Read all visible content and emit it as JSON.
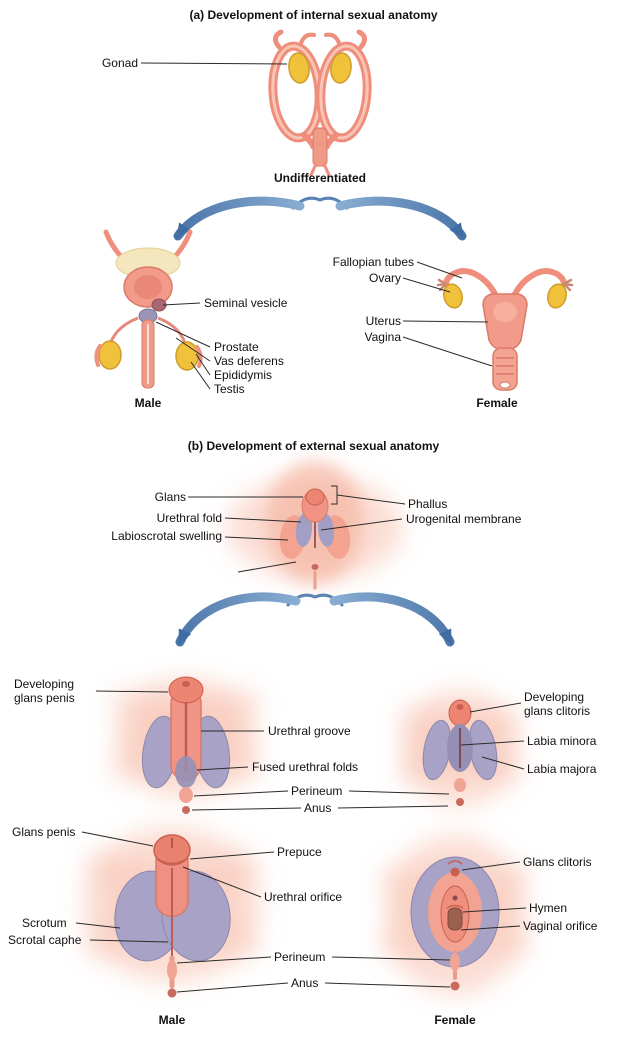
{
  "section_a": {
    "title": "(a) Development of internal sexual anatomy",
    "undifferentiated_caption": "Undifferentiated",
    "male_caption": "Male",
    "female_caption": "Female",
    "labels": {
      "gonad": "Gonad",
      "seminal_vesicle": "Seminal vesicle",
      "prostate": "Prostate",
      "vas_deferens": "Vas deferens",
      "epididymis": "Epididymis",
      "testis": "Testis",
      "fallopian_tubes": "Fallopian tubes",
      "ovary": "Ovary",
      "uterus": "Uterus",
      "vagina": "Vagina"
    }
  },
  "section_b": {
    "title": "(b) Development of external sexual anatomy",
    "male_caption": "Male",
    "female_caption": "Female",
    "undifferentiated_labels": {
      "glans": "Glans",
      "urethral_fold": "Urethral fold",
      "labioscrotal_swelling": "Labioscrotal swelling",
      "phallus": "Phallus",
      "urogenital_membrane": "Urogenital membrane"
    },
    "intermediate_labels": {
      "developing_glans_penis": "Developing glans penis",
      "urethral_groove": "Urethral groove",
      "fused_urethral_folds": "Fused urethral folds",
      "perineum": "Perineum",
      "anus": "Anus",
      "developing_glans_clitoris": "Developing glans clitoris",
      "labia_minora": "Labia minora",
      "labia_majora": "Labia majora"
    },
    "final_labels": {
      "glans_penis": "Glans penis",
      "prepuce": "Prepuce",
      "urethral_orifice": "Urethral orifice",
      "scrotum": "Scrotum",
      "scrotal_raphe": "Scrotal caphe",
      "perineum": "Perineum",
      "anus": "Anus",
      "glans_clitoris": "Glans clitoris",
      "hymen": "Hymen",
      "vaginal_orifice": "Vaginal orifice"
    }
  },
  "colors": {
    "skin_pink": "#f09a88",
    "skin_glow": "#f7bca8",
    "gonad_yellow": "#f0c23c",
    "swelling_purple": "#a8a2c6",
    "arrow_blue": "#4c7bb0",
    "leader_line": "#2b2b2b"
  }
}
